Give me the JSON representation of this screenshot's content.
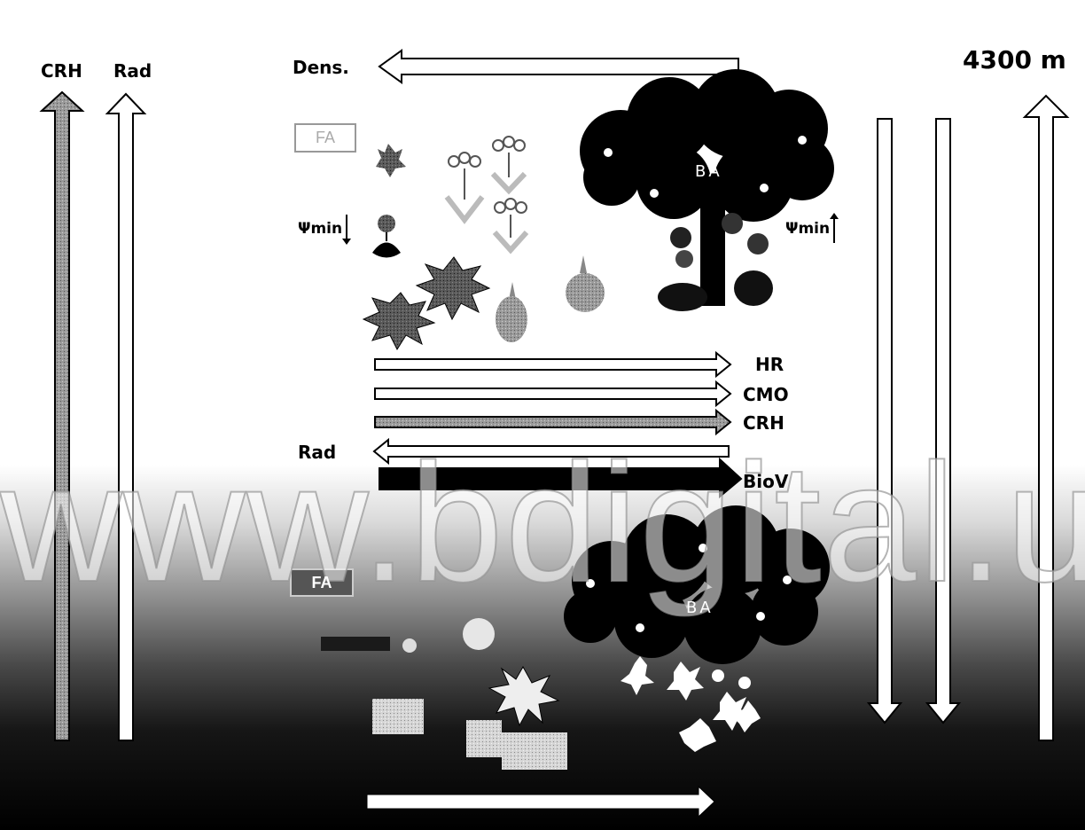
{
  "labels": {
    "crh_top": "CRH",
    "rad_top": "Rad",
    "dens": "Dens.",
    "altitude": "4300 m",
    "fa_upper": "FA",
    "fa_lower": "FA",
    "ba_upper": "BA",
    "ba_lower": "BA",
    "psi_left": "Ψmin",
    "psi_right": "Ψmin",
    "hr": "HR",
    "cmo": "CMO",
    "crh_mid": "CRH",
    "rad_mid": "Rad",
    "biov": "BioV"
  },
  "watermark": "www.bdigital.u",
  "colors": {
    "ink": "#000000",
    "canopy": "#050505",
    "stipple_grey": "#8a8a8a",
    "hatched_grey": "#bdbdbd",
    "ground_black": "#000000"
  }
}
